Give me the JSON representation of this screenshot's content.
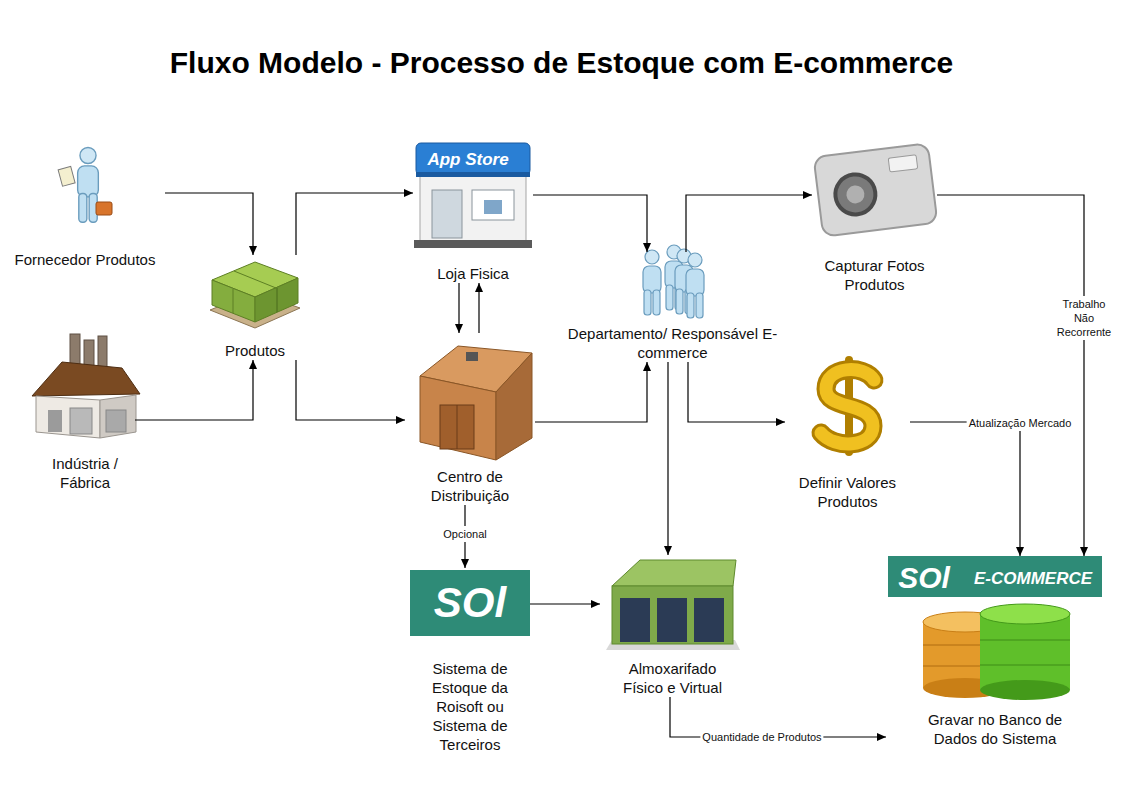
{
  "diagram": {
    "title": "Fluxo Modelo - Processo de Estoque com E-commerce",
    "nodes": [
      {
        "text": [
          "Fornecedor Produtos"
        ]
      },
      {
        "text": [
          "Indústria / Fábrica"
        ]
      },
      {
        "text": [
          "Produtos"
        ]
      },
      {
        "text": [
          "Loja Fisica"
        ]
      },
      {
        "text": [
          "Centro de Distribuição"
        ]
      },
      {
        "text": [
          "Departamento/ Responsável E-commerce"
        ]
      },
      {
        "text": [
          "Capturar Fotos Produtos"
        ]
      },
      {
        "text": [
          "Definir Valores Produtos"
        ]
      },
      {
        "text": [
          "Sistema de Estoque da Roisoft ou Sistema de Terceiros"
        ]
      },
      {
        "text": [
          "Almoxarifado Físico e Virtual"
        ]
      },
      {
        "text": [
          "Gravar no Banco de Dados do Sistema"
        ]
      }
    ],
    "edges": [
      {
        "from": 0,
        "to": 2,
        "arrow": "to"
      },
      {
        "from": 1,
        "to": 2,
        "arrow": "to"
      },
      {
        "from": 2,
        "to": 3,
        "arrow": "to"
      },
      {
        "from": 2,
        "to": 4,
        "arrow": "to"
      },
      {
        "from": 3,
        "to": 4,
        "arrow": "to"
      },
      {
        "from": 4,
        "to": 3,
        "arrow": "to"
      },
      {
        "from": 3,
        "to": 5,
        "arrow": "to"
      },
      {
        "from": 4,
        "to": 5,
        "arrow": "to"
      },
      {
        "from": 5,
        "to": 6,
        "arrow": "to"
      },
      {
        "from": 5,
        "to": 7,
        "arrow": "to"
      },
      {
        "from": 5,
        "to": 9,
        "arrow": "to"
      },
      {
        "from": 4,
        "to": 8,
        "label": "Opcional",
        "arrow": "to"
      },
      {
        "from": 8,
        "to": 9,
        "arrow": "to"
      },
      {
        "from": 9,
        "to": 10,
        "label": "Quantidade de Produtos",
        "arrow": "to"
      },
      {
        "from": 6,
        "to": 10,
        "label": "Trabalho Não Recorrente",
        "arrow": "to"
      },
      {
        "from": 7,
        "to": 10,
        "label": "Atualização Mercado",
        "arrow": "to"
      }
    ],
    "labels": [
      "App Store",
      "SOl",
      "SOl",
      "E-COMMERCE"
    ]
  }
}
